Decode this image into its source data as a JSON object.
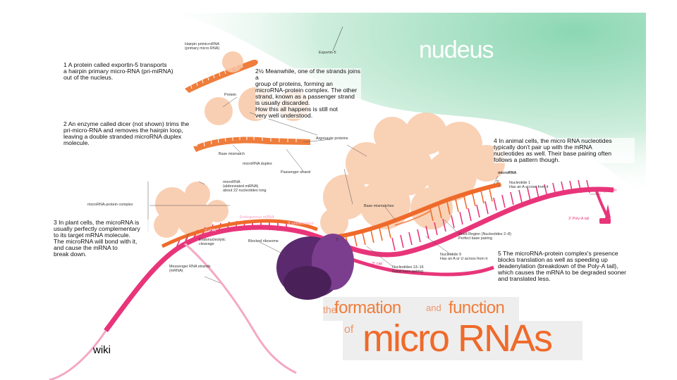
{
  "wordmark": "nudeus",
  "steps": {
    "s1": "1 A protein called exportin-5 transports\na hairpin primary micro-RNA (pri-miRNA)\nout of the nucleus.",
    "s2": "2 An enzyme called dicer (not shown) trims the\npri-micro-RNA and removes the hairpin loop,\nleaving a double stranded microRNA duplex\nmolecule.",
    "s2half": "2½ Meanwhile, one of the strands joins a\ngroup of proteins, forming an\nmicroRNA-protein complex. The other\nstrand, known as a passenger strand\nis usually discarded.\nHow this all happens is still not\nvery well understood.",
    "s3": "3 In plant cells, the microRNA is\nusually perfectly complementary\nto its target mRNA molecule.\nThe microRNA will bond with it,\nand cause the mRNA to\nbreak down.",
    "s4": "4 In animal cells, the micro RNA nucleotides\ntypically don't pair up with the mRNA\nnucleotides as well. Their base pairing often\nfollows a pattern though.",
    "s5": "5 The microRNA-protein complex's presence\nblocks translation as well as speeding up\ndeadenylation (breakdown of the Poly-A tail),\nwhich causes the mRNA to be degraded sooner\nand translated less."
  },
  "labels": {
    "hairpin": "Hairpin primicroRNA\n(primary micro RNA)",
    "exportin": "Exportin-5",
    "protein": "Protein",
    "argonaute": "Argonaute proteins",
    "base_mismatch_top": "Base mismatch",
    "duplex": "microRNA duplex",
    "passenger": "Passenger strand",
    "mirna_abbrev": "microRNA\n(abbreviated miRNA)\nabout 22 nucleotides long",
    "complex": "microRNA-protein complex",
    "endonucleolytic": "Endonucleolytic\ncleavage",
    "blocked_ribosome": "Blocked ribosome",
    "messenger": "Messenger RNA strands\n(mRNA)",
    "base_mismatches": "Base mismatches",
    "mirna_right": "microRNA",
    "nt1": "Nucleotide 1\nHas an A across from it",
    "deadenylation": "Deadenylation",
    "poly_a": "3' Poly-A tail",
    "seed": "Seed Region (Nucleotides 2–8)\nPerfect base pairing",
    "nt9": "Nucleotide 9\nHas an A or U across from it",
    "nt1316": "Nucleotides 13–16\nGood base pairing",
    "five_cap": "5' cap",
    "three_end": "3'",
    "five_end": "5'"
  },
  "strand_tags": {
    "t1": "Endogenous mRNA",
    "t2": "3' untranslated",
    "t3": "3' UTR"
  },
  "title": {
    "the": "the",
    "formation": "formation",
    "and": "and",
    "function": "function",
    "of": "of",
    "micro": "micro RNAs"
  },
  "credit": "wiki",
  "colors": {
    "pink": "#e8357a",
    "orange": "#ef7d3c",
    "peach": "#f8c7a6",
    "purple": "#5b2a6e",
    "nucleus": "#a8e3c6"
  }
}
